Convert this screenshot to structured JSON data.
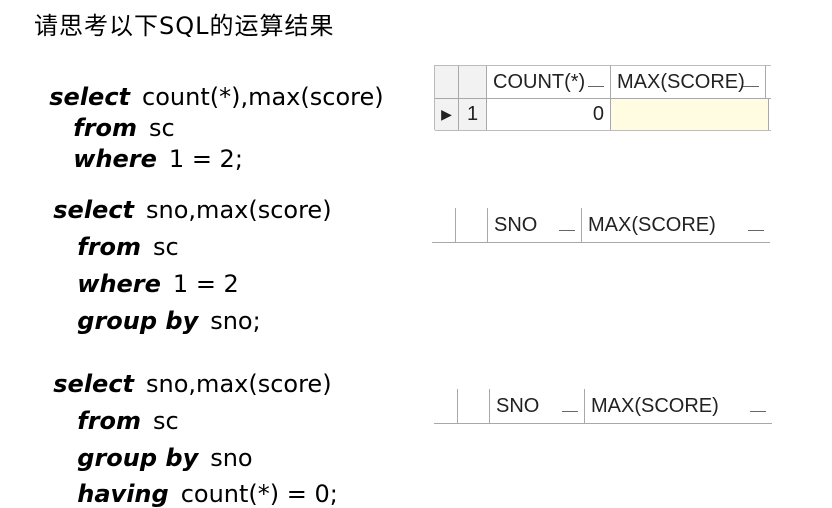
{
  "title": "请思考以下SQL的运算结果",
  "query1": {
    "kw_select": "select",
    "select_cols": "count(*),max(score)",
    "kw_from": "from",
    "from_table": "sc",
    "kw_where": "where",
    "where_cond": "1 = 2;"
  },
  "query2": {
    "kw_select": "select",
    "select_cols": "sno,max(score)",
    "kw_from": "from",
    "from_table": "sc",
    "kw_where": "where",
    "where_cond": "1 = 2",
    "kw_group": "group by",
    "group_col": "sno;"
  },
  "query3": {
    "kw_select": "select",
    "select_cols": "sno,max(score)",
    "kw_from": "from",
    "from_table": "sc",
    "kw_group": "group by",
    "group_col": "sno",
    "kw_having": "having",
    "having_cond": "count(*) = 0;"
  },
  "grid1": {
    "columns": [
      "COUNT(*)",
      "MAX(SCORE)"
    ],
    "row_pointer": "▶",
    "row_number": "1",
    "row_values": [
      "0",
      ""
    ]
  },
  "grid2": {
    "columns": [
      "SNO",
      "MAX(SCORE)"
    ]
  },
  "grid3": {
    "columns": [
      "SNO",
      "MAX(SCORE)"
    ]
  },
  "colors": {
    "grid_border": "#a8a8a8",
    "null_cell": "#fffce1"
  }
}
